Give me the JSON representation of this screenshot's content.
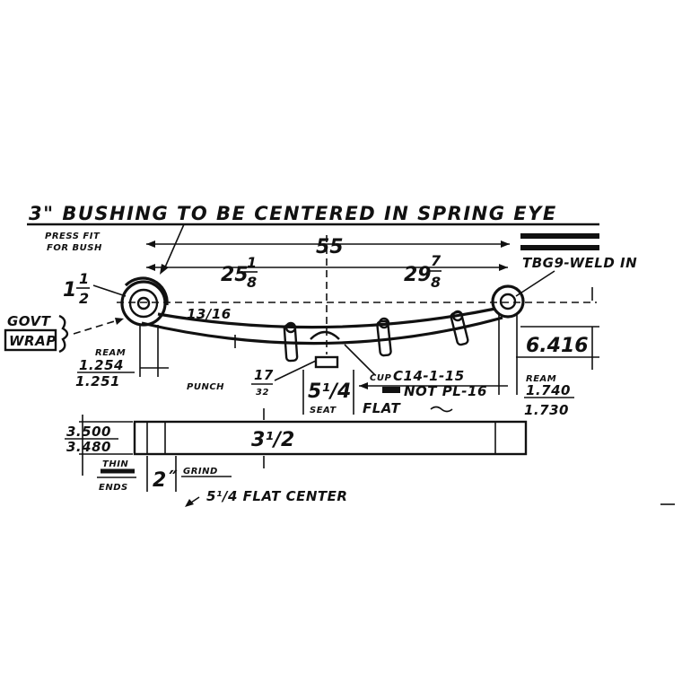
{
  "title_note": "3\" BUSHING TO BE CENTERED IN SPRING EYE",
  "press_fit_line1": "PRESS FIT",
  "press_fit_line2": "FOR BUSH",
  "overall_length": "55",
  "left_span_whole": "25",
  "left_span_num": "1",
  "left_span_den": "8",
  "right_span_whole": "29",
  "right_span_num": "7",
  "right_span_den": "8",
  "eye_size_num": "1",
  "eye_size_den": "2",
  "weld_note": "TBG9-WELD IN",
  "thirteen_sixteenths": "13/16",
  "govt_line1": "GOVT",
  "govt_line2": "WRAP",
  "ream_left_label": "REAM",
  "ream_left_top": "1.254",
  "ream_left_bottom": "1.251",
  "camber": "6.416",
  "punch_label": "PUNCH",
  "punch_num": "17",
  "punch_den": "32",
  "seat_value": "5¹/4",
  "seat_label": "SEAT",
  "cup_label": "CUP",
  "cup_value": "C14-1-15",
  "not_pl_value": "NOT PL-16",
  "flat_label": "FLAT",
  "ream_right_label": "REAM",
  "ream_right_top": "1.740",
  "ream_right_bottom": "1.730",
  "width_top": "3.500",
  "width_bottom": "3.480",
  "width_center": "3¹/2",
  "thin_ends_line1": "THIN",
  "thin_ends_line2": "ENDS",
  "grind_length": "2˝",
  "grind_label": "GRIND",
  "flat_center": "5¹/4 FLAT CENTER",
  "ink_color": "#111111",
  "paper_color": "#ffffff"
}
